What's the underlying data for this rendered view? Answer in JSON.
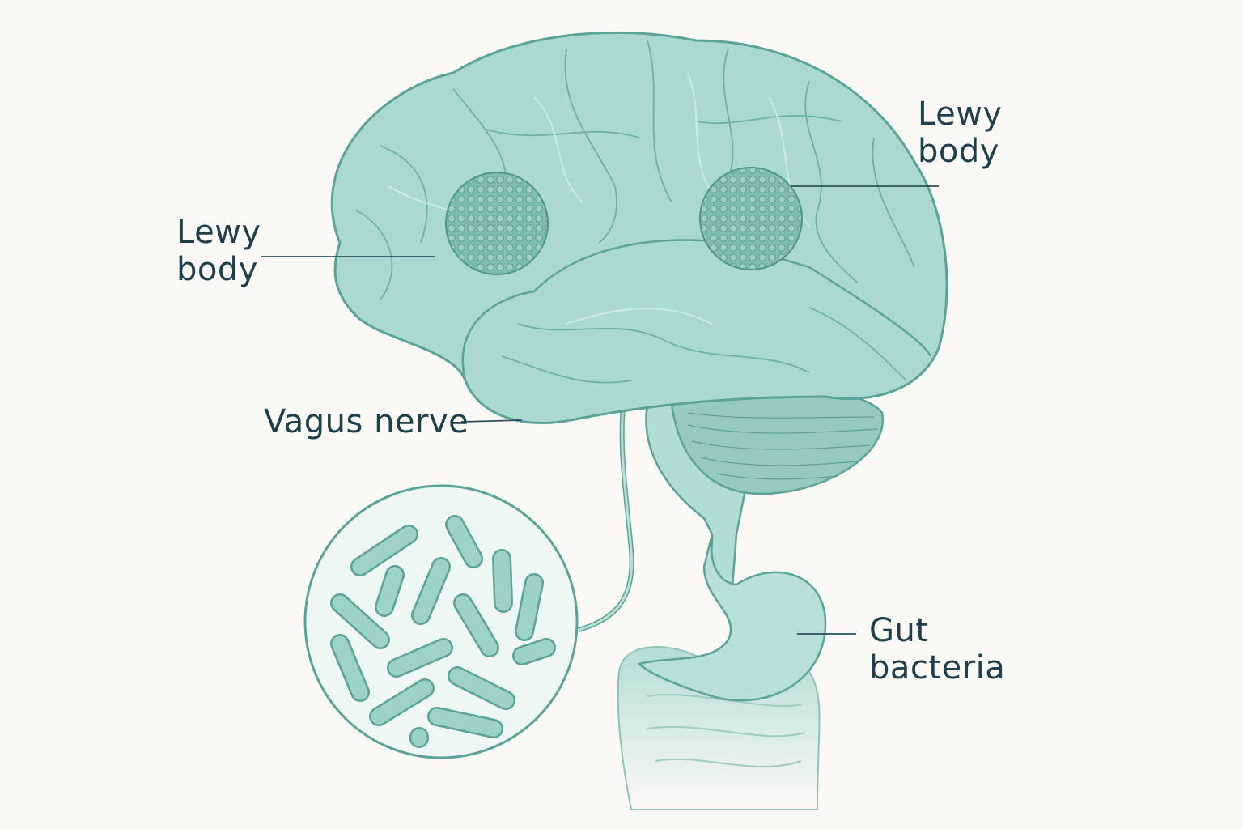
{
  "labels": {
    "lewy_left": [
      "Lewy",
      "body"
    ],
    "lewy_right": [
      "Lewy",
      "body"
    ],
    "vagus": "Vagus nerve",
    "gut": [
      "Gut",
      "bacteria"
    ]
  },
  "colors": {
    "background": "#fbf9f6",
    "tissue": "#a9d9cf",
    "outline": "#5aa396",
    "text": "#1f3f4a"
  }
}
